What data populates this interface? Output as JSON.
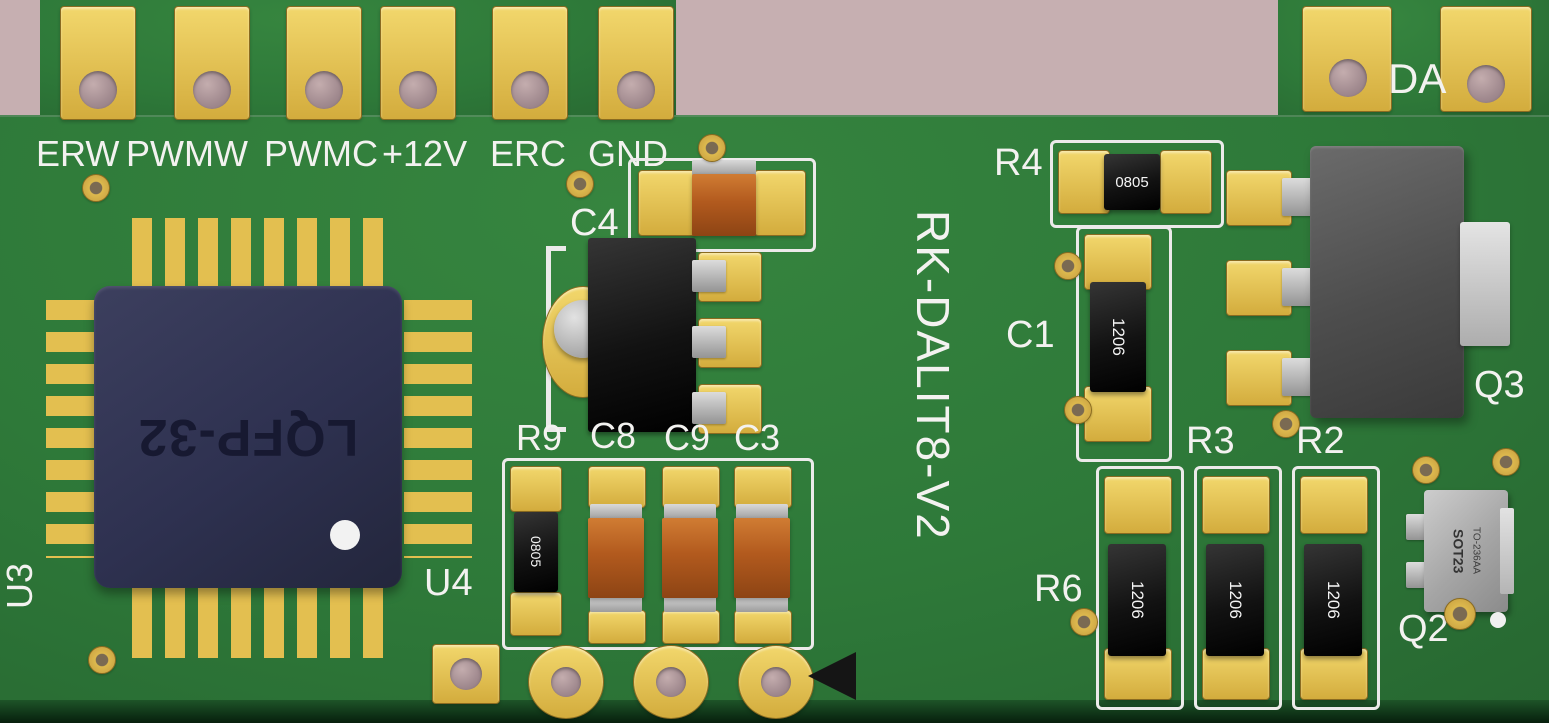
{
  "colors": {
    "background": "#c6afb1",
    "board_green": "#2e7939",
    "board_edge": "#1e5428",
    "pad_gold": "#e5c050",
    "silkscreen": "#f3f2f0",
    "component_black": "#141414",
    "mlcc_orange": "#b25a1e",
    "chip_navy": "#2f3150",
    "lead_gray": "#a9a9ad"
  },
  "connectors": {
    "labels": [
      "ERW",
      "PWMW",
      "PWMC",
      "+12V",
      "ERC",
      "GND"
    ],
    "da_label": "DA"
  },
  "silkscreen": {
    "board_title": "RK-DALIT8-V2",
    "u3": "U3",
    "u4": "U4",
    "c4": "C4",
    "r9": "R9",
    "c8": "C8",
    "c9": "C9",
    "c3": "C3",
    "r4": "R4",
    "c1": "C1",
    "r3": "R3",
    "r2": "R2",
    "r6": "R6",
    "q3": "Q3",
    "q2": "Q2"
  },
  "markings": {
    "u3_package": "LQFP-32",
    "r4": "0805",
    "r9": "0805",
    "c1": "1206",
    "r6": "1206",
    "r3": "1206",
    "r2": "1206",
    "q2_line1": "SOT23",
    "q2_line2": "TO-236AA"
  }
}
